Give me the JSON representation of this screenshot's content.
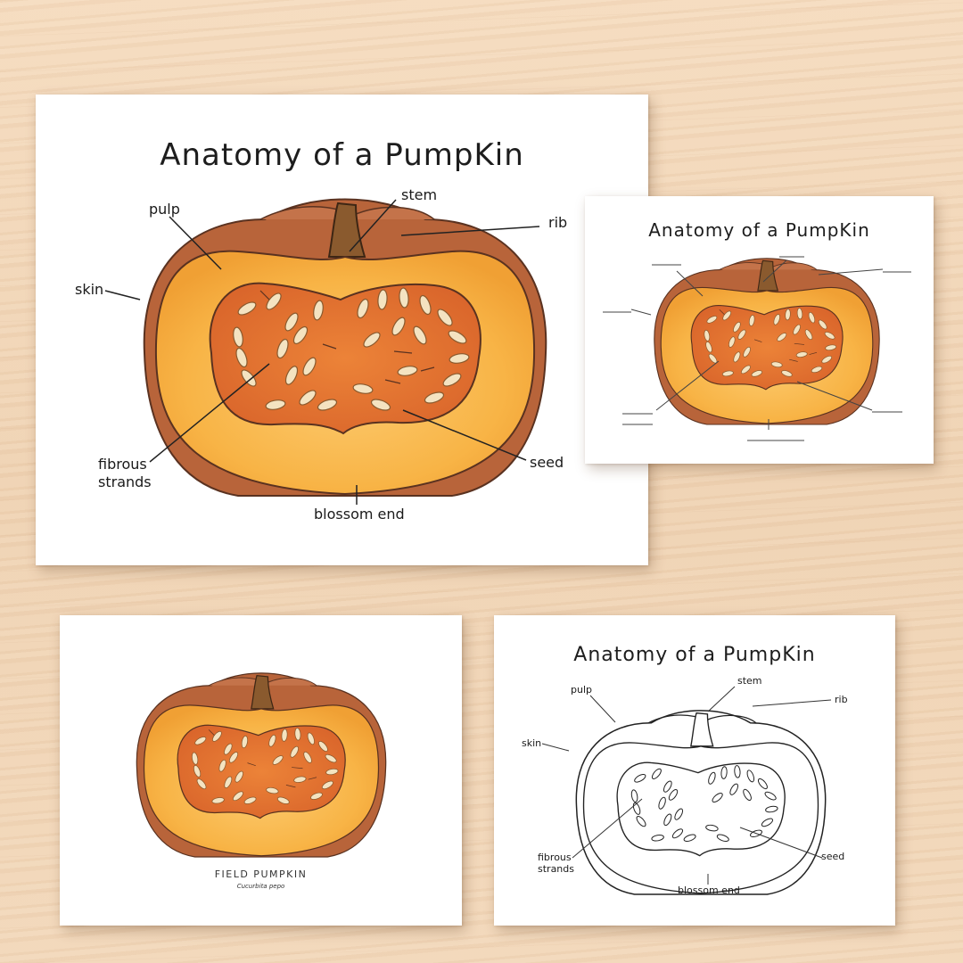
{
  "poster": {
    "title": "Anatomy of a PumpKin",
    "labels": {
      "stem": "stem",
      "rib": "rib",
      "pulp": "pulp",
      "skin": "skin",
      "fibrous": "fibrous",
      "strands": "strands",
      "seed": "seed",
      "blossom_end": "blossom end"
    }
  },
  "worksheet": {
    "title": "Anatomy of a PumpKin"
  },
  "plain_card": {
    "caption": "FIELD PUMPKIN",
    "scientific_name": "Cucurbita pepo"
  },
  "coloring_page": {
    "title": "Anatomy of a PumpKin",
    "labels": {
      "stem": "stem",
      "rib": "rib",
      "pulp": "pulp",
      "skin": "skin",
      "fibrous": "fibrous",
      "strands": "strands",
      "seed": "seed",
      "blossom_end": "blossom end"
    }
  },
  "colors": {
    "rind": "#b8643a",
    "rind_dark": "#8a4a2a",
    "flesh": "#f8b648",
    "flesh_light": "#fbc866",
    "cavity": "#e2722c",
    "seed": "#f4e3c1",
    "stem": "#8a5a2e"
  }
}
